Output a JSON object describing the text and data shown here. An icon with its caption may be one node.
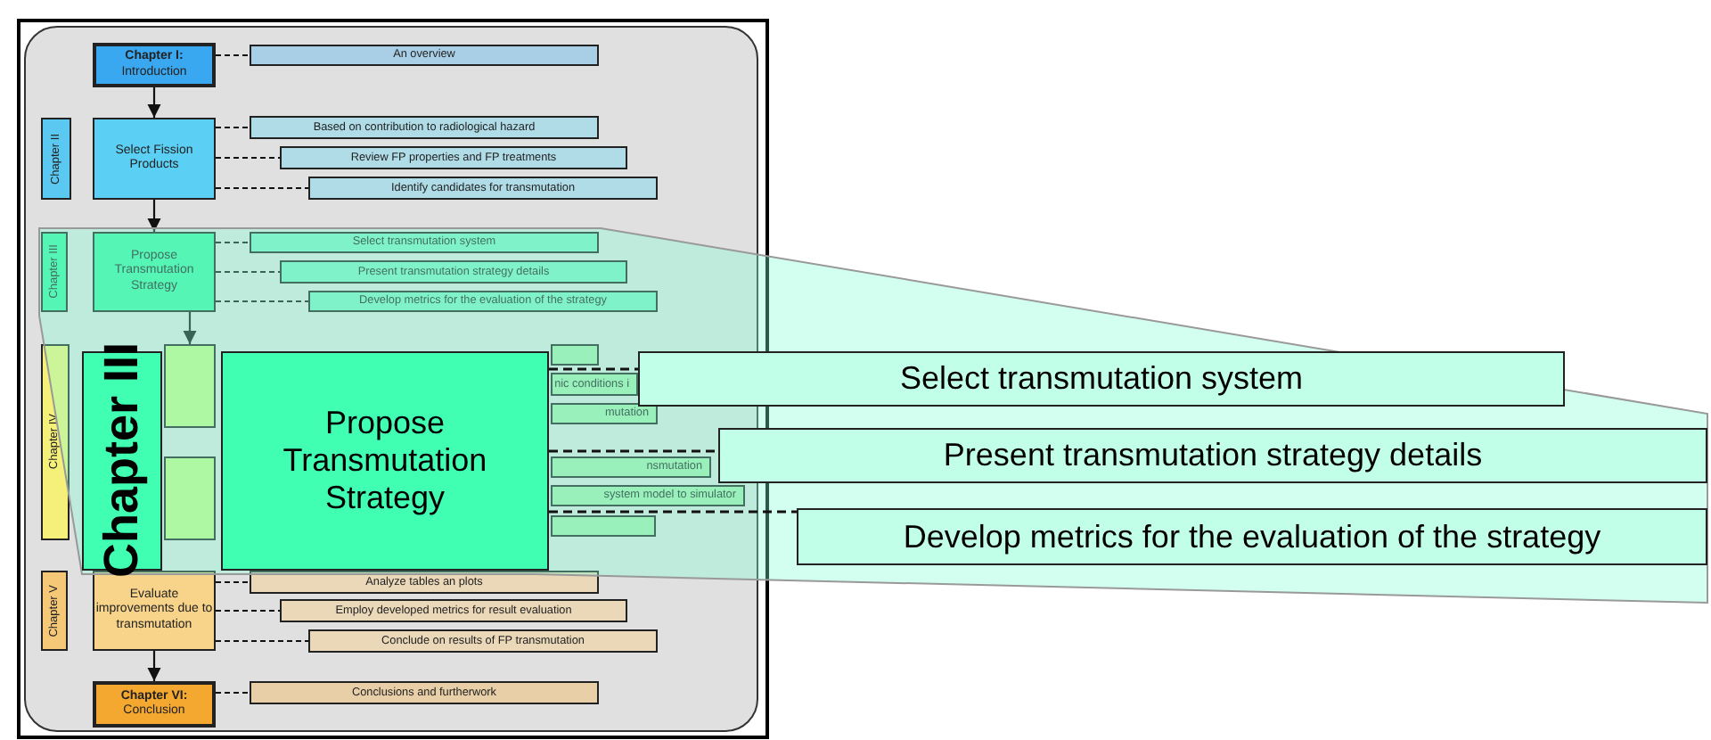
{
  "diagram": {
    "nodes": [
      {
        "text": [
          "Chapter I:",
          "Introduction"
        ]
      },
      {
        "text": [
          "An overview"
        ]
      },
      {
        "text": [
          "Chapter II"
        ]
      },
      {
        "text": [
          "Select Fission Products"
        ]
      },
      {
        "text": [
          "Based on contribution to radiological hazard"
        ]
      },
      {
        "text": [
          "Review FP properties and FP treatments"
        ]
      },
      {
        "text": [
          "Identify candidates for transmutation"
        ]
      },
      {
        "text": [
          "Chapter III"
        ]
      },
      {
        "text": [
          "Propose Transmutation Strategy"
        ]
      },
      {
        "text": [
          "Select transmutation system"
        ]
      },
      {
        "text": [
          "Present transmutation strategy details"
        ]
      },
      {
        "text": [
          "Develop metrics for the evaluation of the strategy"
        ]
      },
      {
        "text": [
          "Chapter IV"
        ]
      },
      {
        "text": [],
        "shape": "box"
      },
      {
        "text": [],
        "shape": "box"
      },
      {
        "text": [],
        "shape": "box"
      },
      {
        "text": [
          "nic conditions i"
        ]
      },
      {
        "text": [
          "mutation"
        ]
      },
      {
        "text": [
          "nsmutation"
        ]
      },
      {
        "text": [
          "system model to simulator"
        ]
      },
      {
        "text": [],
        "shape": "box"
      },
      {
        "text": [
          "Chapter V"
        ]
      },
      {
        "text": [
          "Evaluate improvements due to transmutation"
        ]
      },
      {
        "text": [
          "Analyze tables an plots"
        ]
      },
      {
        "text": [
          "Employ developed metrics for result evaluation"
        ]
      },
      {
        "text": [
          "Conclude on results of FP transmutation"
        ]
      },
      {
        "text": [
          "Chapter VI:",
          "Conclusion"
        ]
      },
      {
        "text": [
          "Conclusions and furtherwork"
        ]
      },
      {
        "text": [
          "Chapter III"
        ]
      },
      {
        "text": [
          "Propose Transmutation Strategy"
        ]
      },
      {
        "text": [
          "Select transmutation system"
        ]
      },
      {
        "text": [
          "Present transmutation strategy details"
        ]
      },
      {
        "text": [
          "Develop metrics for the evaluation of the strategy"
        ]
      }
    ],
    "edges": [
      {
        "from": 0,
        "to": 3,
        "arrow": "to"
      },
      {
        "from": 3,
        "to": 8,
        "arrow": "to"
      },
      {
        "from": 8,
        "to": 13,
        "arrow": "to"
      },
      {
        "from": 22,
        "to": 26,
        "arrow": "to"
      },
      {
        "from": 0,
        "to": 1,
        "arrow": "none",
        "style": "dashed"
      },
      {
        "from": 3,
        "to": 4,
        "arrow": "none",
        "style": "dashed"
      },
      {
        "from": 3,
        "to": 5,
        "arrow": "none",
        "style": "dashed"
      },
      {
        "from": 3,
        "to": 6,
        "arrow": "none",
        "style": "dashed"
      },
      {
        "from": 8,
        "to": 9,
        "arrow": "none",
        "style": "dashed"
      },
      {
        "from": 8,
        "to": 10,
        "arrow": "none",
        "style": "dashed"
      },
      {
        "from": 8,
        "to": 11,
        "arrow": "none",
        "style": "dashed"
      },
      {
        "from": 22,
        "to": 23,
        "arrow": "none",
        "style": "dashed"
      },
      {
        "from": 22,
        "to": 24,
        "arrow": "none",
        "style": "dashed"
      },
      {
        "from": 22,
        "to": 25,
        "arrow": "none",
        "style": "dashed"
      },
      {
        "from": 26,
        "to": 27,
        "arrow": "none",
        "style": "dashed"
      },
      {
        "from": 29,
        "to": 30,
        "arrow": "none",
        "style": "dashed"
      },
      {
        "from": 29,
        "to": 31,
        "arrow": "none",
        "style": "dashed"
      },
      {
        "from": 29,
        "to": 32,
        "arrow": "none",
        "style": "dashed"
      }
    ]
  }
}
